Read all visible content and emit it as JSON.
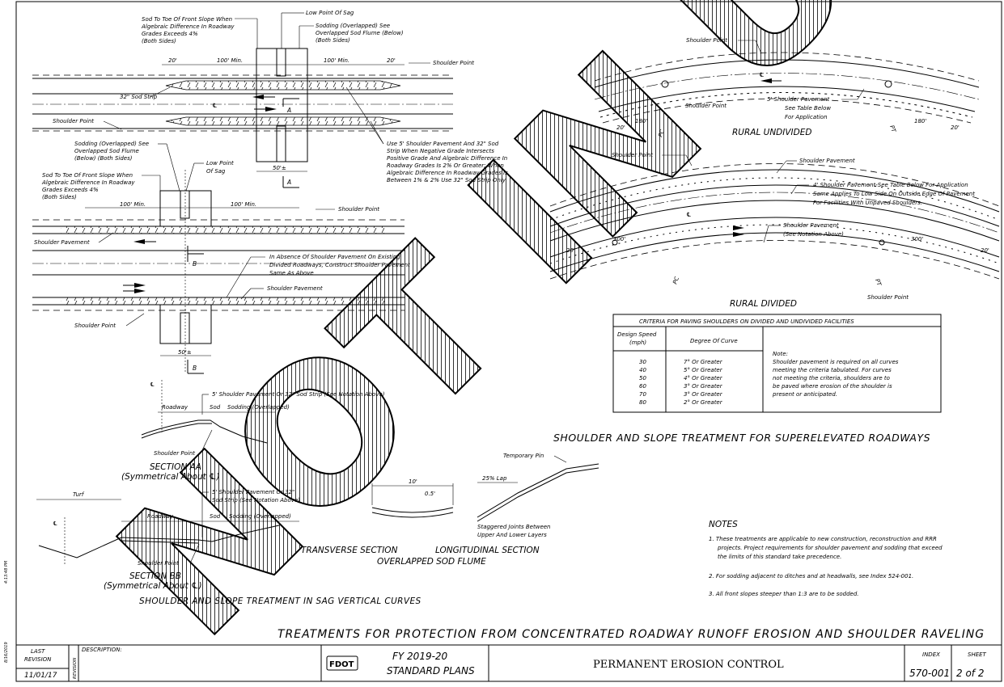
{
  "sag": {
    "top_notes": [
      "Sod To Toe Of Front Slope When",
      "Algebraic Difference In Roadway",
      "Grades Exceeds 4%",
      "(Both Sides)"
    ],
    "low_point": "Low Point Of Sag",
    "sodding_overlap": [
      "Sodding (Overlapped) See",
      "Overlapped Sod Flume (Below)",
      "(Both Sides)"
    ],
    "dim_20": "20'",
    "dim_100": "100' Min.",
    "shoulder_point": "Shoulder Point",
    "sod_strip": "32\" Sod Strip",
    "cl": "℄",
    "sec_a": "A",
    "sec_b": "B",
    "dim_50": "50'±",
    "use_note": [
      "Use 5' Shoulder Pavement And 32\" Sod",
      "Strip When Negative Grade Intersects",
      "Positive Grade And Algebraic Difference In",
      "Roadway Grades Is 2% Or Greater;  When",
      "Algebraic Difference In Roadway Grades Is",
      "Between 1% & 2% Use 32\" Sod Strip Only"
    ],
    "sodding_note2": [
      "Sodding (Overlapped) See",
      "Overlapped Sod Flume",
      "(Below) (Both Sides)"
    ],
    "low_point2": [
      "Low Point",
      "Of Sag"
    ],
    "sod_toe2": [
      "Sod To Toe Of Front Slope When",
      "Algebraic Difference In Roadway",
      "Grades Exceeds 4%",
      "(Both Sides)"
    ],
    "shoulder_pavement": "Shoulder Pavement",
    "absence_note": [
      "In Absence Of Shoulder Pavement On Existing",
      "Divided Roadways, Construct Shoulder Pavement",
      "Same As Above"
    ]
  },
  "sections": {
    "aa_note": "5' Shoulder Pavement Or 32\" Sod Strip (See Notation Above)",
    "roadway": "Roadway",
    "sod": "Sod",
    "sodding_overlapped": "Sodding (Overlapped)",
    "shoulder_point": "Shoulder Point",
    "aa_title": "SECTION AA",
    "aa_sub": "(Symmetrical About ℄)",
    "turf": "Turf",
    "bb_note": [
      "5' Shoulder Pavement Or 32\"",
      "Sod Strip (See Notation Above)"
    ],
    "bb_title": "SECTION BB",
    "bb_sub": "(Symmetrical About ℄)",
    "sag_title": "SHOULDER AND SLOPE TREATMENT IN SAG VERTICAL CURVES"
  },
  "flume": {
    "temporary": "Temporary Pin",
    "dim_10": "10'",
    "dim_05": "0.5'",
    "lap": "25% Lap",
    "stagger": [
      "Staggered Joints Between",
      "Upper And Lower Layers"
    ],
    "transverse": "TRANSVERSE SECTION",
    "longitudinal": "LONGITUDINAL SECTION",
    "title": "OVERLAPPED SOD FLUME"
  },
  "rural_undivided": {
    "shoulder_point": "Shoulder Point",
    "pavement_note": [
      "5' Shoulder Pavement",
      "See Table Below",
      "For Application"
    ],
    "d20": "20'",
    "d180": "180'",
    "pc": "PC",
    "pt": "PT",
    "title": "RURAL UNDIVIDED"
  },
  "rural_divided": {
    "shoulder_point": "Shoulder Point",
    "shoulder_pavement": "Shoulder Pavement",
    "note4": [
      "4' Shoulder Pavement-See Table Below For Application",
      "Same Applies To Low Side On Outside Edge Of Pavement",
      "For Facilities With Unpaved Shoulders."
    ],
    "see_notation": [
      "Shoulder Pavement",
      "(See Notation Above)"
    ],
    "d20": "20'",
    "d300": "300'",
    "title": "RURAL DIVIDED"
  },
  "criteria": {
    "title": "CRITERIA FOR PAVING SHOULDERS ON DIVIDED AND UNDIVIDED FACILITIES",
    "col1": [
      "Design Speed",
      "(mph)"
    ],
    "col2": "Degree Of Curve",
    "speeds": [
      "30",
      "40",
      "50",
      "60",
      "70",
      "80"
    ],
    "degrees": [
      "7° Or Greater",
      "5° Or Greater",
      "4° Or Greater",
      "3° Or Greater",
      "3° Or Greater",
      "2° Or Greater"
    ],
    "note": [
      "Note:",
      "Shoulder pavement is required on all curves",
      "meeting the criteria tabulated.  For curves",
      "not meeting the criteria, shoulders are to",
      "be paved where erosion of the shoulder is",
      "present or anticipated."
    ]
  },
  "super_title": "SHOULDER AND SLOPE TREATMENT FOR SUPERELEVATED ROADWAYS",
  "notes": {
    "heading": "NOTES",
    "items": [
      [
        "1.  These treatments are applicable to new construction, reconstruction and RRR",
        "projects.  Project requirements for shoulder pavement and sodding that exceed",
        "the limits of this standard take precedence."
      ],
      [
        "2.  For sodding adjacent to ditches and at headwalls, see Index 524-001."
      ],
      [
        "3.  All front slopes steeper than 1:3 are to be sodded."
      ]
    ]
  },
  "main_title": "TREATMENTS FOR PROTECTION FROM CONCENTRATED ROADWAY RUNOFF EROSION AND SHOULDER RAVELING",
  "side_stamp": [
    "8/16/2019",
    "4:13:48 PM"
  ],
  "title_block": {
    "last": "LAST",
    "revision": "REVISION",
    "date": "11/01/17",
    "revision_vertical": "REVISION",
    "description": "DESCRIPTION:",
    "logo": "FDOT",
    "fy": "FY  2019-20",
    "std": "STANDARD PLANS",
    "name": "PERMANENT EROSION CONTROL",
    "index_label": "INDEX",
    "index": "570-001",
    "sheet_label": "SHEET",
    "sheet": "2 of 2"
  },
  "watermark": "NOT IN USE"
}
